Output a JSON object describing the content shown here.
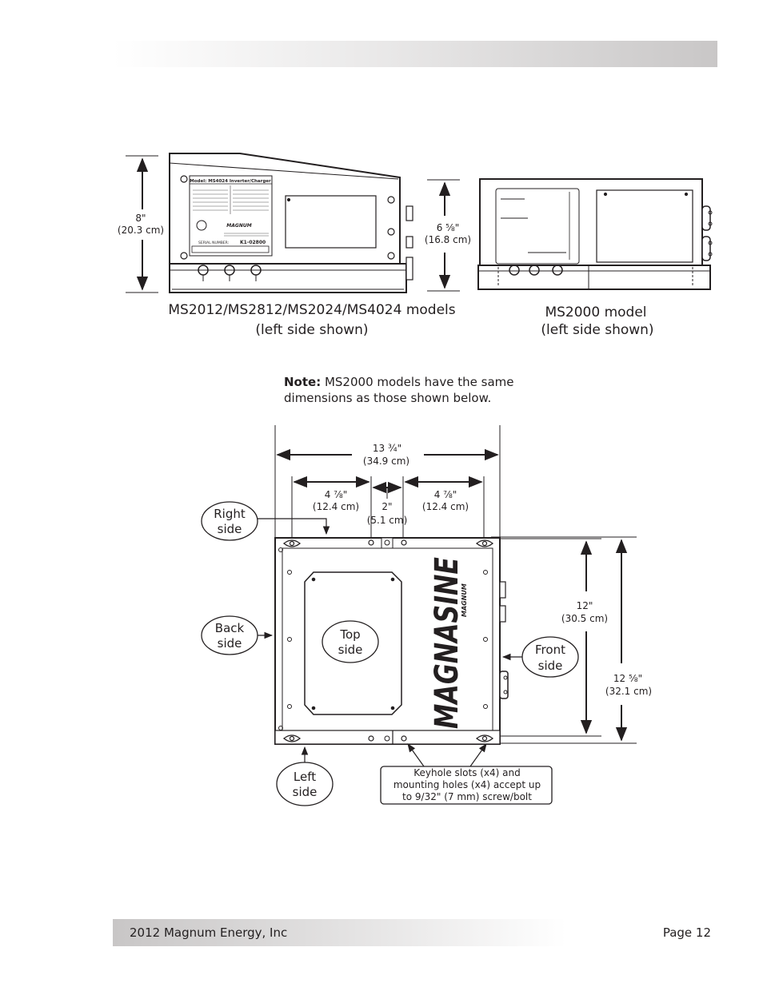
{
  "footer": {
    "left": "2012 Magnum Energy, Inc",
    "right": "Page 12"
  },
  "side_views": {
    "ms2012": {
      "height_in": "8\"",
      "height_cm": "(20.3 cm)",
      "depth_in": "6 ⅝\"",
      "depth_cm": "(16.8 cm)",
      "caption_line1": "MS2012/MS2812/MS2024/MS4024 models",
      "caption_line2": "(left side shown)",
      "label_model": "Model: MS4024 Inverter/Charger",
      "label_serial": "K1-02800",
      "label_serial_caption": "SERIAL NUMBER:",
      "label_brand": "MAGNUM"
    },
    "ms2000": {
      "caption_line1": "MS2000 model",
      "caption_line2": "(left side shown)"
    }
  },
  "note": {
    "bold": "Note:",
    "text": " MS2000 models have the same dimensions as those shown below."
  },
  "top_view": {
    "overall_width_in": "13 ¾\"",
    "overall_width_cm": "(34.9 cm)",
    "left_span_in": "4 ⅞\"",
    "left_span_cm": "(12.4 cm)",
    "right_span_in": "4 ⅞\"",
    "right_span_cm": "(12.4 cm)",
    "center_span_in": "2\"",
    "center_span_cm": "(5.1 cm)",
    "inner_height_in": "12\"",
    "inner_height_cm": "(30.5 cm)",
    "outer_height_in": "12 ⅝\"",
    "outer_height_cm": "(32.1 cm)",
    "bubble_right_1": "Right",
    "bubble_right_2": "side",
    "bubble_back_1": "Back",
    "bubble_back_2": "side",
    "bubble_top_1": "Top",
    "bubble_top_2": "side",
    "bubble_front_1": "Front",
    "bubble_front_2": "side",
    "bubble_left_1": "Left",
    "bubble_left_2": "side",
    "keyhole_1": "Keyhole slots (x4) and",
    "keyhole_2": "mounting holes (x4) accept up",
    "keyhole_3": "to 9/32\" (7 mm) screw/bolt",
    "logo_text": "MAGNASINE",
    "logo_sub": "MAGNUM"
  }
}
